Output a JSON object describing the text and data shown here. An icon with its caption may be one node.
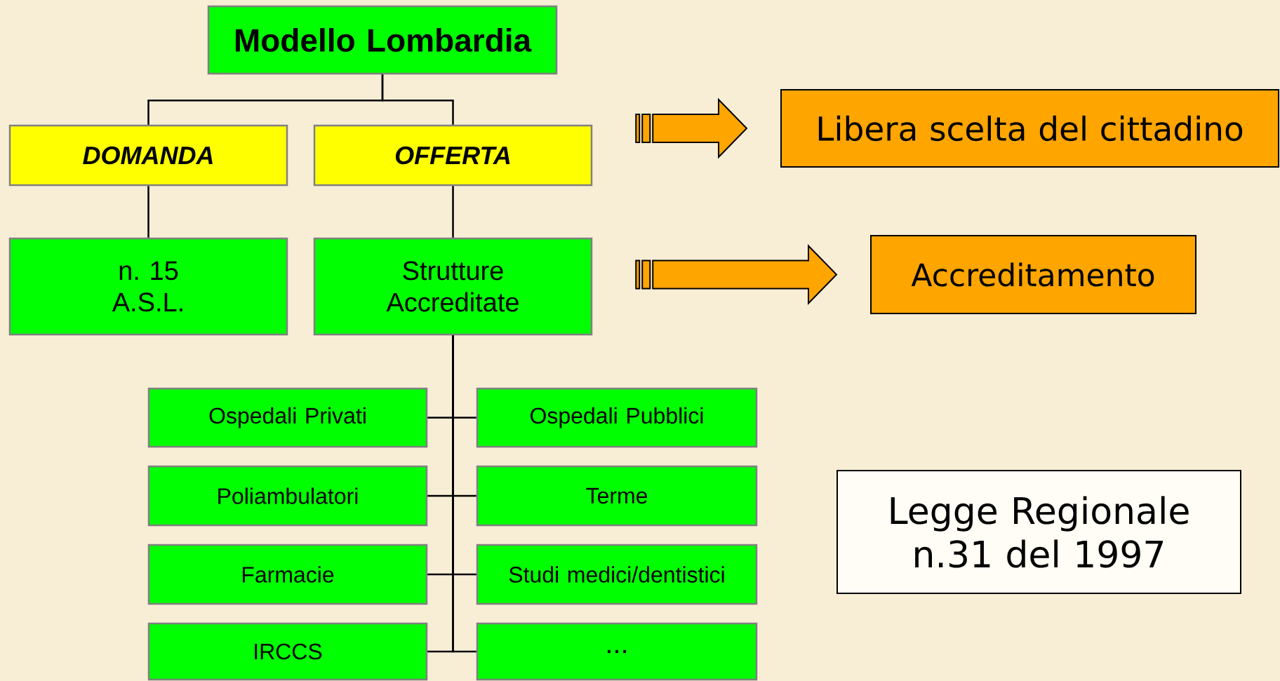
{
  "diagram": {
    "nodes": [
      {
        "text": [
          "Modello Lombardia"
        ]
      },
      {
        "text": [
          "DOMANDA"
        ]
      },
      {
        "text": [
          "OFFERTA"
        ]
      },
      {
        "text": [
          "n. 15 A.S.L."
        ]
      },
      {
        "text": [
          "Strutture Accreditate"
        ]
      },
      {
        "text": [
          "Ospedali Privati"
        ]
      },
      {
        "text": [
          "Ospedali Pubblici"
        ]
      },
      {
        "text": [
          "Poliambulatori"
        ]
      },
      {
        "text": [
          "Terme"
        ]
      },
      {
        "text": [
          "Farmacie"
        ]
      },
      {
        "text": [
          "Studi medici/dentistici"
        ]
      },
      {
        "text": [
          "IRCCS"
        ]
      },
      {
        "text": [
          "..."
        ]
      },
      {
        "text": [
          "Libera scelta del cittadino"
        ]
      },
      {
        "text": [
          "Accreditamento"
        ]
      },
      {
        "text": [
          "Legge Regionale n.31 del 1997"
        ]
      }
    ],
    "edges": [
      {
        "from": 0,
        "to": 1,
        "arrow": "none"
      },
      {
        "from": 0,
        "to": 2,
        "arrow": "none"
      },
      {
        "from": 1,
        "to": 3,
        "arrow": "none"
      },
      {
        "from": 2,
        "to": 4,
        "arrow": "none"
      },
      {
        "from": 4,
        "to": 5,
        "arrow": "none"
      },
      {
        "from": 4,
        "to": 6,
        "arrow": "none"
      },
      {
        "from": 4,
        "to": 7,
        "arrow": "none"
      },
      {
        "from": 4,
        "to": 8,
        "arrow": "none"
      },
      {
        "from": 4,
        "to": 9,
        "arrow": "none"
      },
      {
        "from": 4,
        "to": 10,
        "arrow": "none"
      },
      {
        "from": 4,
        "to": 11,
        "arrow": "none"
      },
      {
        "from": 4,
        "to": 12,
        "arrow": "none"
      },
      {
        "from": 2,
        "to": 13,
        "arrow": "to",
        "color": "#ffa500"
      },
      {
        "from": 4,
        "to": 14,
        "arrow": "to",
        "color": "#ffa500"
      }
    ]
  }
}
